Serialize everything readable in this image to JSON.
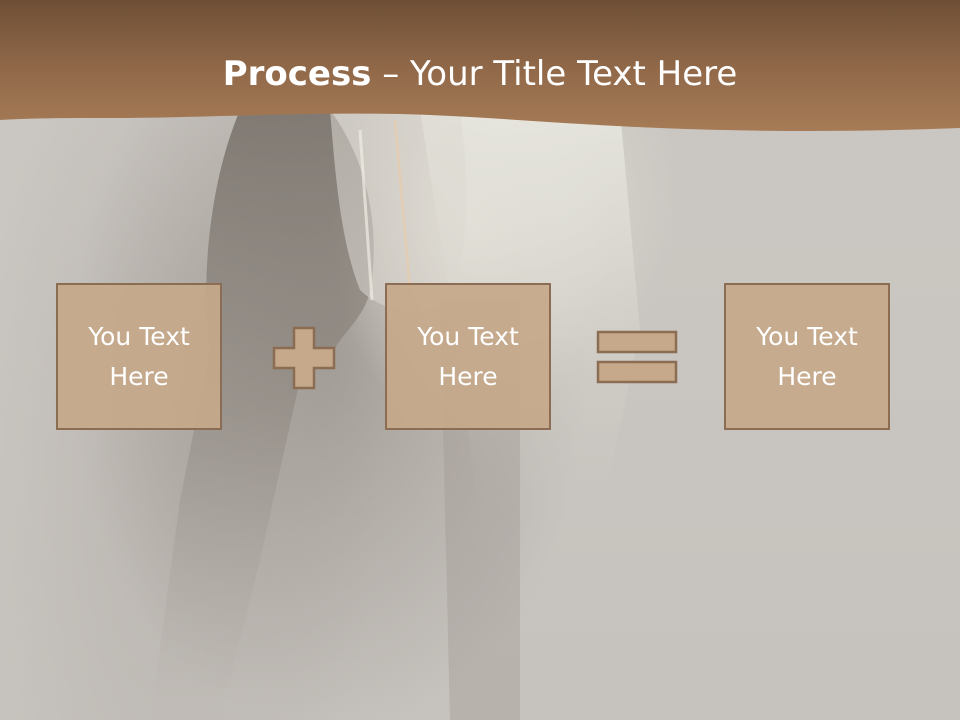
{
  "slide": {
    "title": {
      "bold": "Process",
      "rest": " – Your Title Text Here"
    },
    "boxes": [
      {
        "text_line1": "You Text",
        "text_line2": "Here"
      },
      {
        "text_line1": "You Text",
        "text_line2": "Here"
      },
      {
        "text_line1": "You Text",
        "text_line2": "Here"
      }
    ],
    "operators": {
      "first": "plus-icon",
      "second": "equals-icon"
    },
    "colors": {
      "header": "#9a7555",
      "box_fill": "#c6a88a",
      "box_border": "#8a6d52",
      "background": "#c9c5c0"
    }
  }
}
